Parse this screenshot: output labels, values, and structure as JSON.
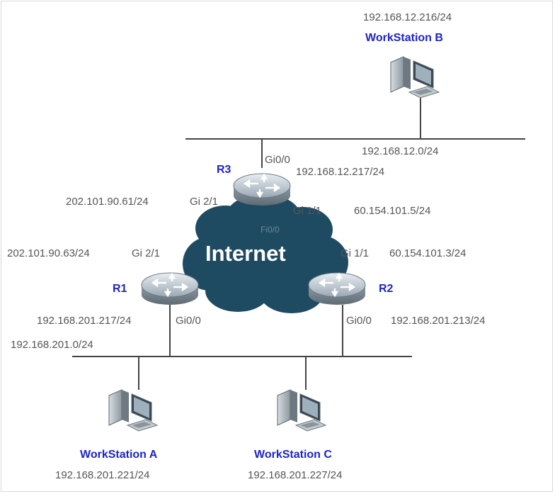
{
  "workstations": {
    "b": {
      "name": "WorkStation B",
      "ip": "192.168.12.216/24"
    },
    "a": {
      "name": "WorkStation A",
      "ip": "192.168.201.221/24"
    },
    "c": {
      "name": "WorkStation C",
      "ip": "192.168.201.227/24"
    }
  },
  "networks": {
    "top": "192.168.12.0/24",
    "bottom": "192.168.201.0/24"
  },
  "cloud": {
    "label": "Internet",
    "faint_label": "Fi0/0"
  },
  "routers": {
    "r3": {
      "name": "R3",
      "gi00": "Gi0/0",
      "gi00_ip": "192.168.12.217/24",
      "gi21": "Gi 2/1",
      "gi21_ip": "202.101.90.61/24",
      "gi11": "Gi 1/1",
      "gi11_ip": "60.154.101.5/24"
    },
    "r1": {
      "name": "R1",
      "gi21": "Gi 2/1",
      "gi21_ip": "202.101.90.63/24",
      "gi00": "Gi0/0",
      "gi00_ip": "192.168.201.217/24"
    },
    "r2": {
      "name": "R2",
      "gi11": "Gi 1/1",
      "gi11_ip": "60.154.101.3/24",
      "gi00": "Gi0/0",
      "gi00_ip": "192.168.201.213/24"
    }
  }
}
